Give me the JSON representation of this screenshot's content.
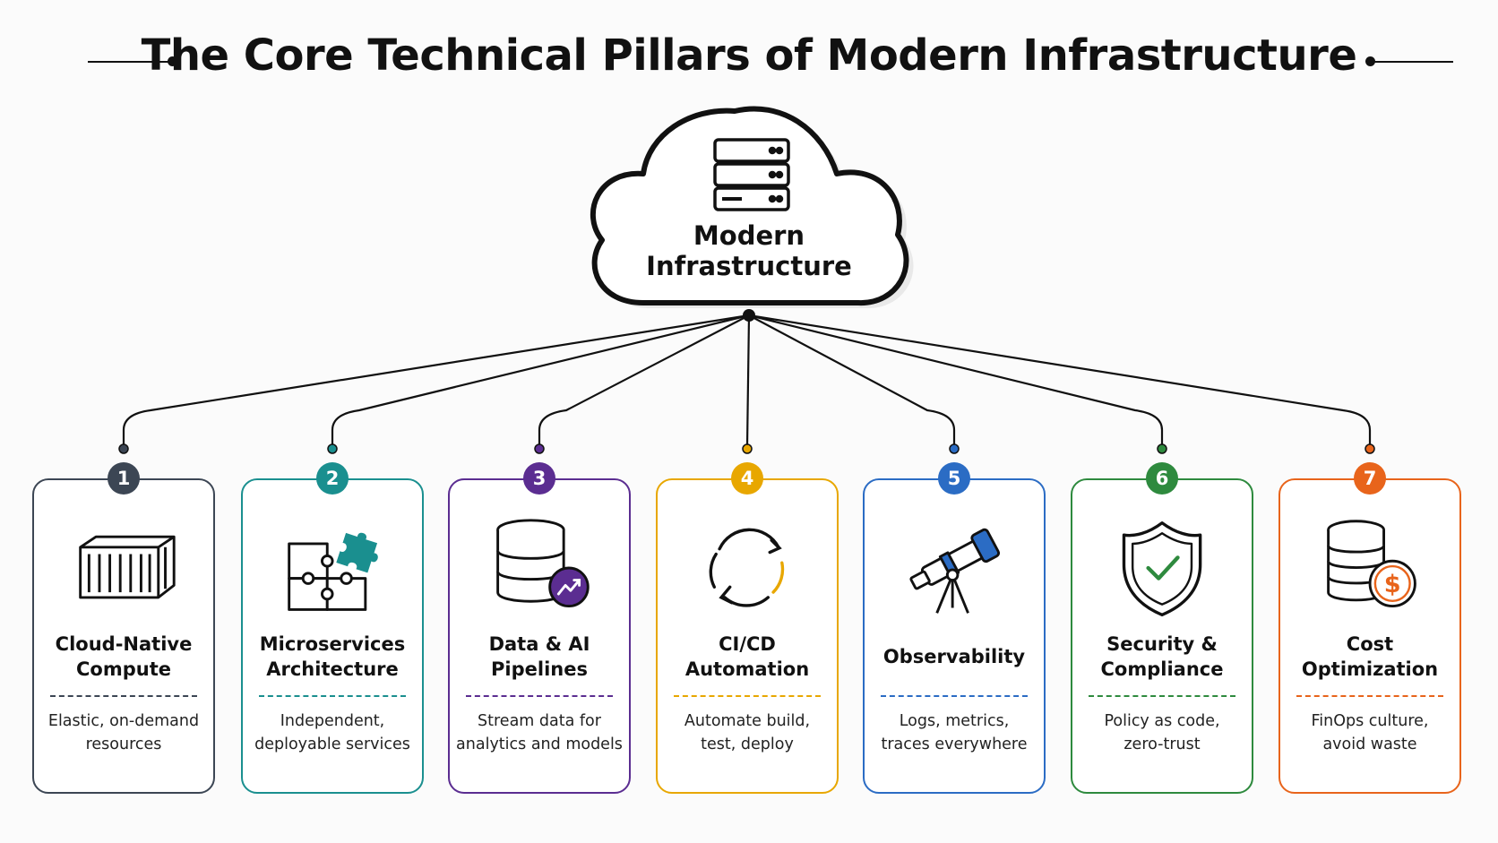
{
  "title": "The Core Technical Pillars of Modern Infrastructure",
  "hub": {
    "line1": "Modern",
    "line2": "Infrastructure",
    "icon": "server-rack-icon"
  },
  "pillars": [
    {
      "number": "1",
      "title_lines": [
        "Cloud-Native",
        "Compute"
      ],
      "desc_lines": [
        "Elastic, on-demand",
        "resources"
      ],
      "color": "#3c4654",
      "icon": "shipping-container-icon"
    },
    {
      "number": "2",
      "title_lines": [
        "Microservices",
        "Architecture"
      ],
      "desc_lines": [
        "Independent,",
        "deployable services"
      ],
      "color": "#1a8f8f",
      "icon": "puzzle-icon"
    },
    {
      "number": "3",
      "title_lines": [
        "Data & AI",
        "Pipelines"
      ],
      "desc_lines": [
        "Stream data for",
        "analytics and models"
      ],
      "color": "#5b2d91",
      "icon": "database-trend-icon"
    },
    {
      "number": "4",
      "title_lines": [
        "CI/CD",
        "Automation"
      ],
      "desc_lines": [
        "Automate build,",
        "test, deploy"
      ],
      "color": "#e8a700",
      "icon": "cycle-arrows-icon"
    },
    {
      "number": "5",
      "title_lines": [
        "Observability"
      ],
      "desc_lines": [
        "Logs, metrics,",
        "traces everywhere"
      ],
      "color": "#2b6cc4",
      "icon": "telescope-icon"
    },
    {
      "number": "6",
      "title_lines": [
        "Security &",
        "Compliance"
      ],
      "desc_lines": [
        "Policy as code,",
        "zero-trust"
      ],
      "color": "#2e8a3e",
      "icon": "shield-check-icon"
    },
    {
      "number": "7",
      "title_lines": [
        "Cost",
        "Optimization"
      ],
      "desc_lines": [
        "FinOps culture,",
        "avoid waste"
      ],
      "color": "#e8641b",
      "icon": "database-dollar-icon"
    }
  ]
}
